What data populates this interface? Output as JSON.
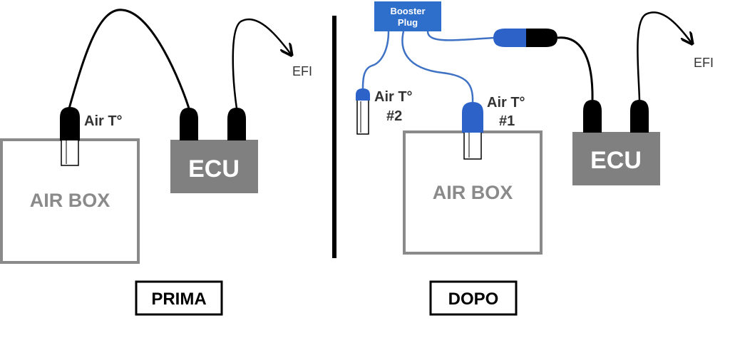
{
  "colors": {
    "wire_black": "#000000",
    "wire_blue": "#3f72c4",
    "sensor_blue": "#2d63c8",
    "airbox_border": "#8a8a8a",
    "airbox_text": "#8a8a8a",
    "ecu_fill": "#808080",
    "ecu_text": "#ffffff",
    "booster_fill": "#2e6fcc",
    "booster_text": "#ffffff",
    "label_text": "#333333",
    "divider": "#000000"
  },
  "before": {
    "airbox_label": "AIR BOX",
    "ecu_label": "ECU",
    "sensor_label": "Air T°",
    "efi_label": "EFI",
    "caption": "PRIMA"
  },
  "after": {
    "airbox_label": "AIR BOX",
    "ecu_label": "ECU",
    "efi_label": "EFI",
    "sensor1_label_line1": "Air T°",
    "sensor1_label_line2": "#1",
    "sensor2_label_line1": "Air T°",
    "sensor2_label_line2": "#2",
    "booster_line1": "Booster",
    "booster_line2": "Plug",
    "caption": "DOPO"
  }
}
